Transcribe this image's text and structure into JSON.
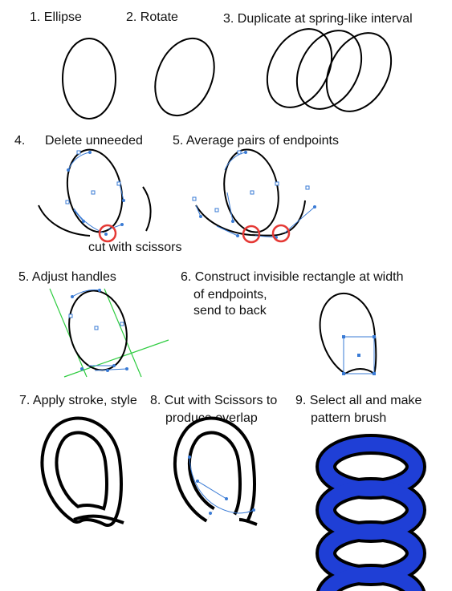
{
  "steps": {
    "s1": "1. Ellipse",
    "s2": "2. Rotate",
    "s3": "3. Duplicate at spring-like interval",
    "s4": "4.",
    "s4b": "Delete unneeded",
    "s5a": "5. Average pairs of endpoints",
    "s4note": "cut with scissors",
    "s5b": "5. Adjust handles",
    "s6_l1": "6. Construct invisible rectangle at width",
    "s6_l2": "of endpoints,",
    "s6_l3": "send to back",
    "s7": "7. Apply stroke, style",
    "s8_l1": "8. Cut with Scissors to",
    "s8_l2": "produce overlap",
    "s9_l1": "9. Select all and make",
    "s9_l2": "pattern brush"
  },
  "colors": {
    "stroke": "#000000",
    "handle": "#3a7bd5",
    "guide": "#2ecc40",
    "highlight": "#e53935",
    "coil": "#1f3fd6"
  }
}
